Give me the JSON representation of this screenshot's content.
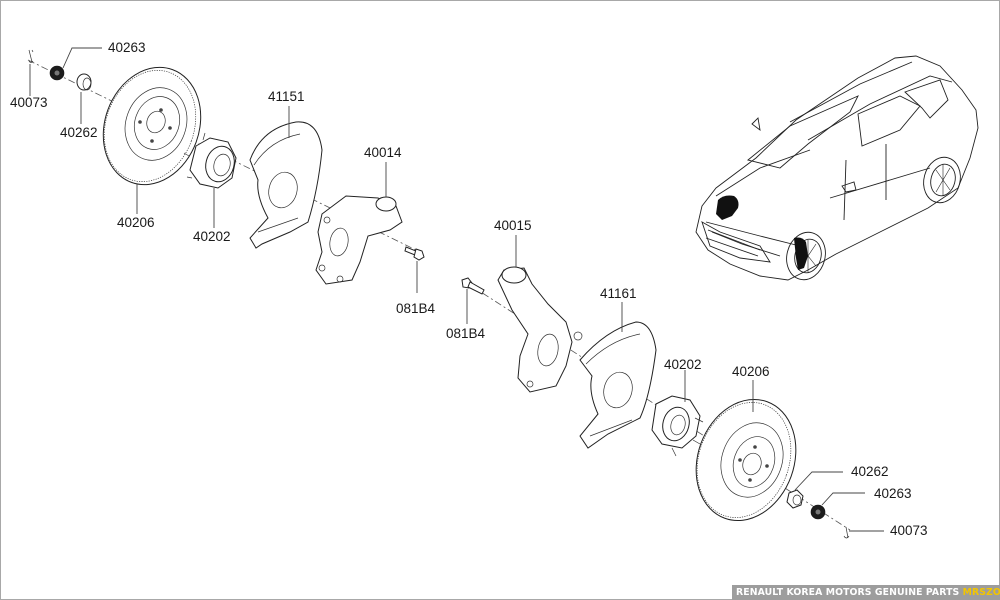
{
  "diagram": {
    "title": "Front Axle Hub / Knuckle / Brake Disc exploded view",
    "labels_left_assembly": [
      {
        "id": "pin-left",
        "text": "40073"
      },
      {
        "id": "nut-lock-left",
        "text": "40263"
      },
      {
        "id": "nut-left",
        "text": "40262"
      },
      {
        "id": "disc-left",
        "text": "40206"
      },
      {
        "id": "hub-left",
        "text": "40202"
      },
      {
        "id": "shield-left",
        "text": "41151"
      },
      {
        "id": "knuckle-left",
        "text": "40014"
      },
      {
        "id": "bolt-left",
        "text": "081B4"
      }
    ],
    "labels_right_assembly": [
      {
        "id": "knuckle-right",
        "text": "40015"
      },
      {
        "id": "bolt-right",
        "text": "081B4"
      },
      {
        "id": "shield-right",
        "text": "41161"
      },
      {
        "id": "hub-right",
        "text": "40202"
      },
      {
        "id": "disc-right",
        "text": "40206"
      },
      {
        "id": "nut-right",
        "text": "40262"
      },
      {
        "id": "nut-lock-right",
        "text": "40263"
      },
      {
        "id": "pin-right",
        "text": "40073"
      }
    ],
    "vehicle_locator": "suv-front-wheel-highlight"
  },
  "footer": {
    "banner_text": "RENAULT KOREA MOTORS GENUINE PARTS",
    "banner_brand": "MRSZONE",
    "accent_color": "#f2c500",
    "banner_bg": "#9d9d9d"
  }
}
